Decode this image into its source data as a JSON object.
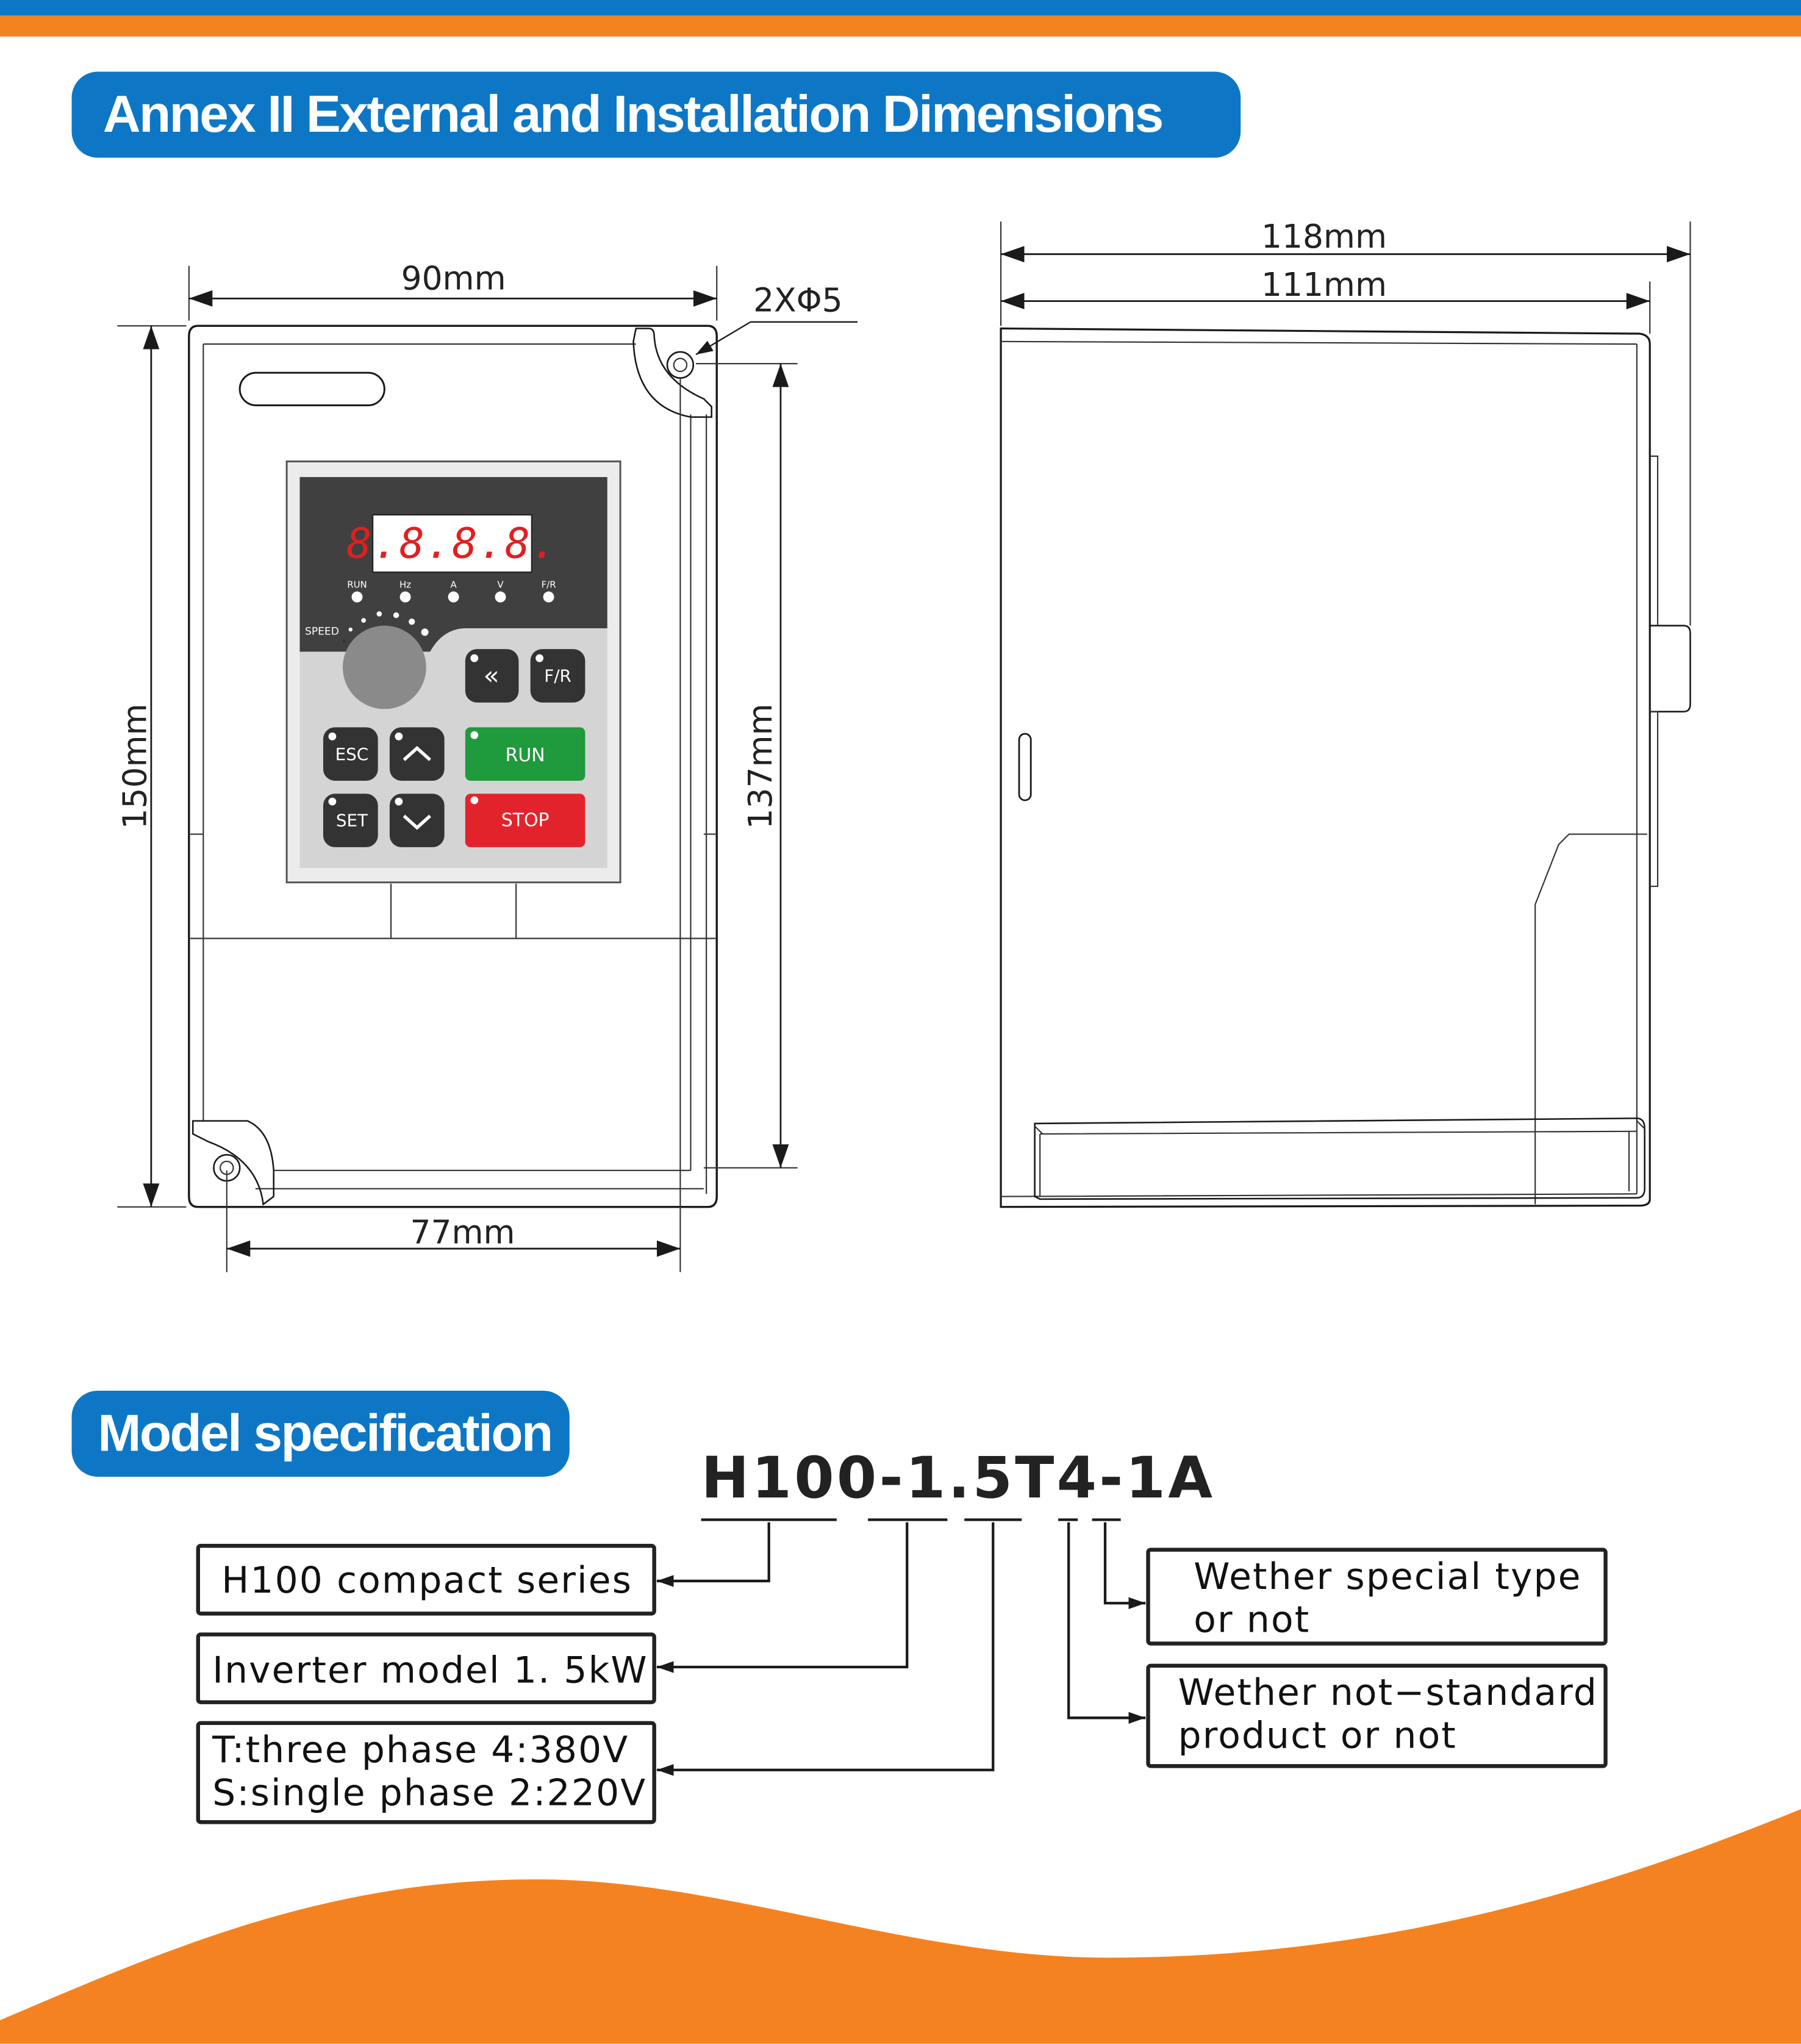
{
  "colors": {
    "blue": "#0d77c6",
    "orange": "#f58220",
    "run_green": "#1f9a3c",
    "stop_red": "#e3232b",
    "key_dark": "#333333",
    "panel_dark": "#404040",
    "panel_light": "#d4d4d4"
  },
  "headers": {
    "annex": "Annex II External and Installation Dimensions",
    "model_spec": "Model specification"
  },
  "front_view": {
    "width_label": "90mm",
    "hole_label": "2XΦ5",
    "height_label": "150mm",
    "mount_height_label": "137mm",
    "mount_width_label": "77mm"
  },
  "side_view": {
    "depth_label": "118mm",
    "body_depth_label": "111mm"
  },
  "keypad": {
    "display": "8.8.8.8.",
    "leds": [
      "RUN",
      "Hz",
      "A",
      "V",
      "F/R"
    ],
    "speed_label": "SPEED",
    "keys": {
      "shift": "«",
      "fr": "F/R",
      "esc": "ESC",
      "set": "SET",
      "run": "RUN",
      "stop": "STOP"
    }
  },
  "model": {
    "code": "H100-1.5T4-1A",
    "desc": {
      "series": "H100  compact  series",
      "power": "Inverter  model  1. 5kW",
      "phase_line1": "T:three  phase    4:380V",
      "phase_line2": "S:single  phase  2:220V",
      "special_line1": "Wether special type",
      "special_line2": "or not",
      "nonstd_line1": "Wether  not−standard",
      "nonstd_line2": "product  or  not"
    }
  }
}
